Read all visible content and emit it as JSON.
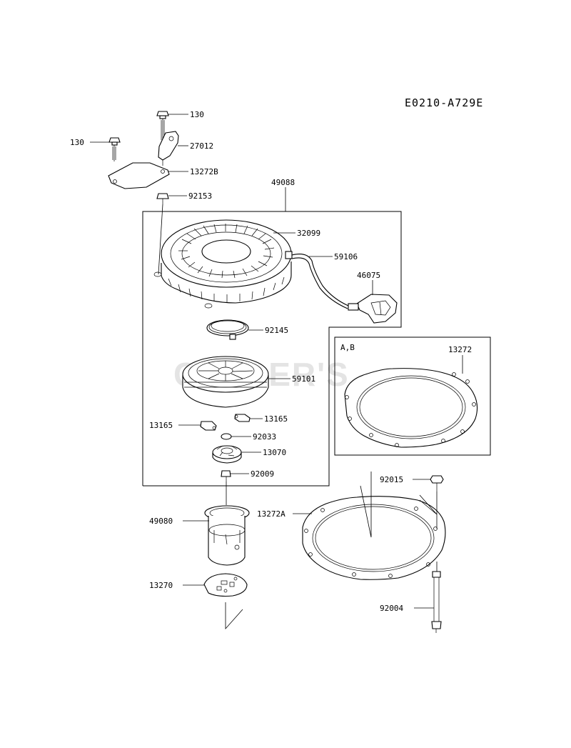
{
  "diagram_id": "E0210-A729E",
  "watermark": "COLLER'S",
  "inset_label": "A,B",
  "callouts": {
    "c130_top": "130",
    "c130_left": "130",
    "c27012": "27012",
    "c13272B": "13272B",
    "c92153": "92153",
    "c49088": "49088",
    "c32099": "32099",
    "c59106": "59106",
    "c46075": "46075",
    "c92145": "92145",
    "c13272": "13272",
    "c59101": "59101",
    "c13165_right": "13165",
    "c13165_left": "13165",
    "c92033": "92033",
    "c13070": "13070",
    "c92009": "92009",
    "c92015": "92015",
    "c49080": "49080",
    "c13272A": "13272A",
    "c13270": "13270",
    "c92004": "92004"
  },
  "icons": [
    "bolt-icon",
    "bracket-icon",
    "plate-icon",
    "recoil-housing-icon",
    "starter-rope-icon",
    "handle-icon",
    "spring-icon",
    "reel-icon",
    "pawl-icon",
    "o-ring-icon",
    "ratchet-icon",
    "screw-icon",
    "cup-icon",
    "gasket-icon",
    "nut-icon",
    "stud-icon"
  ]
}
